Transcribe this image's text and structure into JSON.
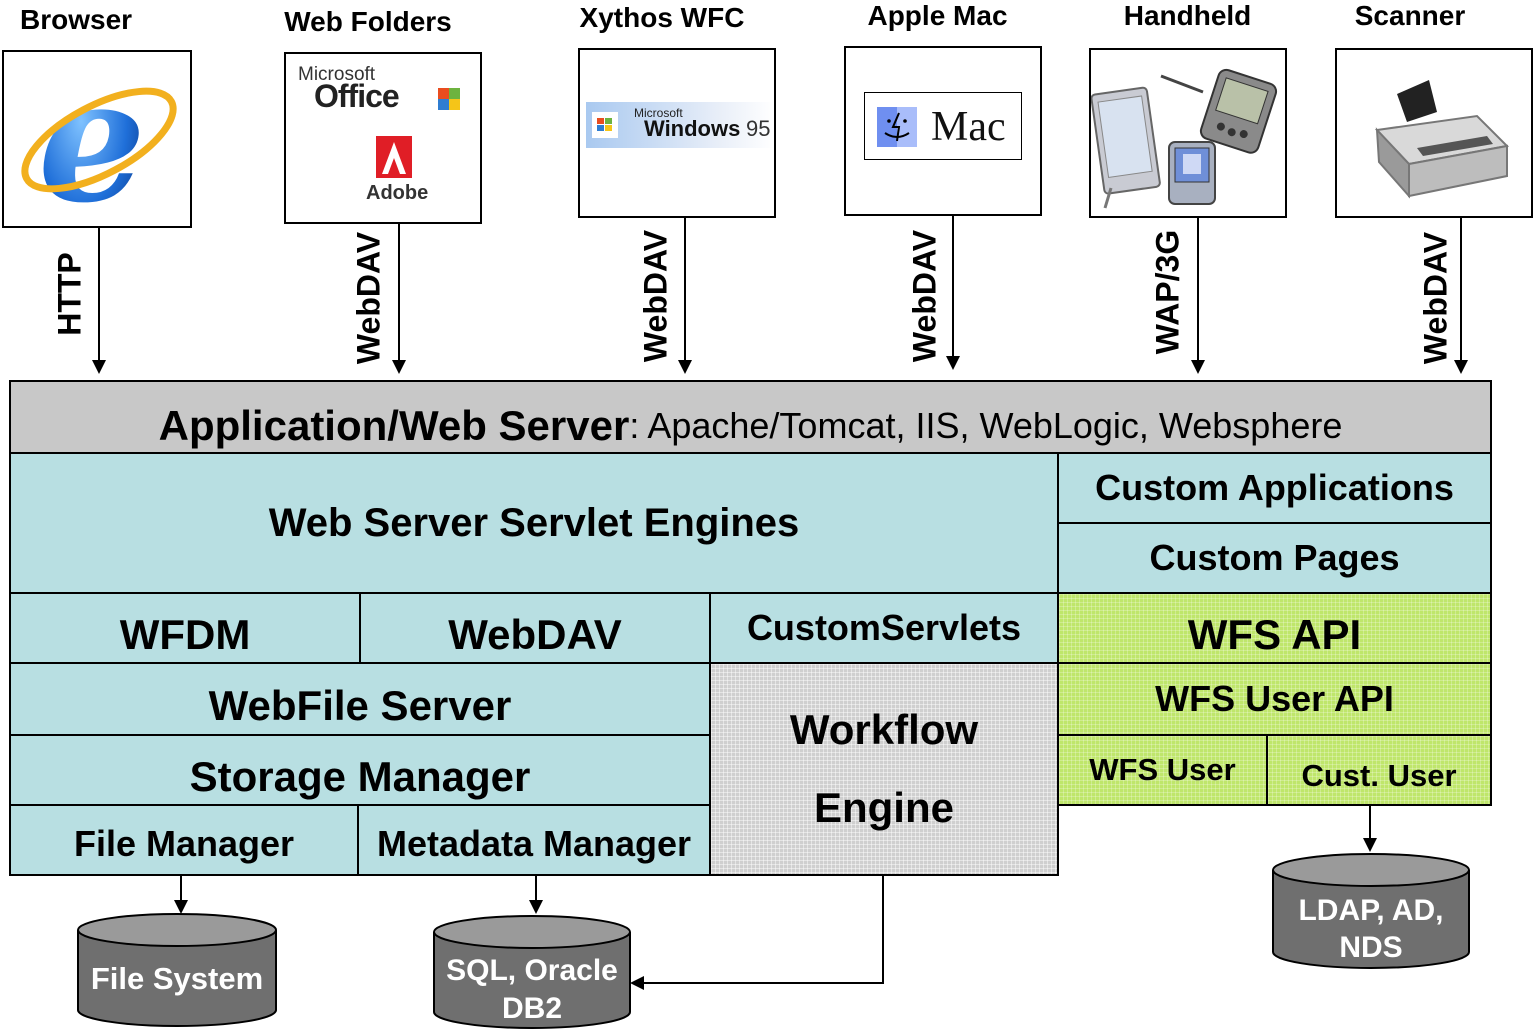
{
  "clients": [
    {
      "title": "Browser",
      "protocol": "HTTP",
      "icon": "internet-explorer-icon"
    },
    {
      "title": "Web Folders",
      "protocol": "WebDAV",
      "icon": "office-adobe-icon"
    },
    {
      "title": "Xythos WFC",
      "protocol": "WebDAV",
      "icon": "windows95-icon"
    },
    {
      "title": "Apple Mac",
      "protocol": "WebDAV",
      "icon": "mac-icon"
    },
    {
      "title": "Handheld",
      "protocol": "WAP/3G",
      "icon": "handheld-devices-icon"
    },
    {
      "title": "Scanner",
      "protocol": "WebDAV",
      "icon": "scanner-icon"
    }
  ],
  "logos": {
    "office_small": "Microsoft",
    "office_big": "Office",
    "adobe": "Adobe",
    "windows_small": "Microsoft",
    "windows_big": "Windows",
    "windows_num": "95",
    "mac": "Mac"
  },
  "server": {
    "label_bold": "Application/Web Server",
    "label_rest": ": Apache/Tomcat, IIS, WebLogic, Websphere"
  },
  "blocks": {
    "servlet_engines": "Web Server Servlet Engines",
    "custom_applications": "Custom Applications",
    "custom_pages": "Custom Pages",
    "wfdm": "WFDM",
    "webdav": "WebDAV",
    "custom_servlets": "CustomServlets",
    "wfs_api": "WFS API",
    "webfile_server": "WebFile Server",
    "workflow_engine_1": "Workflow",
    "workflow_engine_2": "Engine",
    "wfs_user_api": "WFS User API",
    "storage_manager": "Storage Manager",
    "wfs_user": "WFS User",
    "cust_user": "Cust. User",
    "file_manager": "File Manager",
    "metadata_manager": "Metadata Manager"
  },
  "stores": {
    "file_system": "File System",
    "sql_1": "SQL, Oracle",
    "sql_2": "DB2",
    "ldap_1": "LDAP, AD,",
    "ldap_2": "NDS"
  },
  "colors": {
    "teal": "#b8dfe2",
    "green": "#bfe66b",
    "server_gray": "#c8c8c8",
    "engine_gray": "#cfcfcf",
    "cylinder": "#6f6f6f"
  }
}
